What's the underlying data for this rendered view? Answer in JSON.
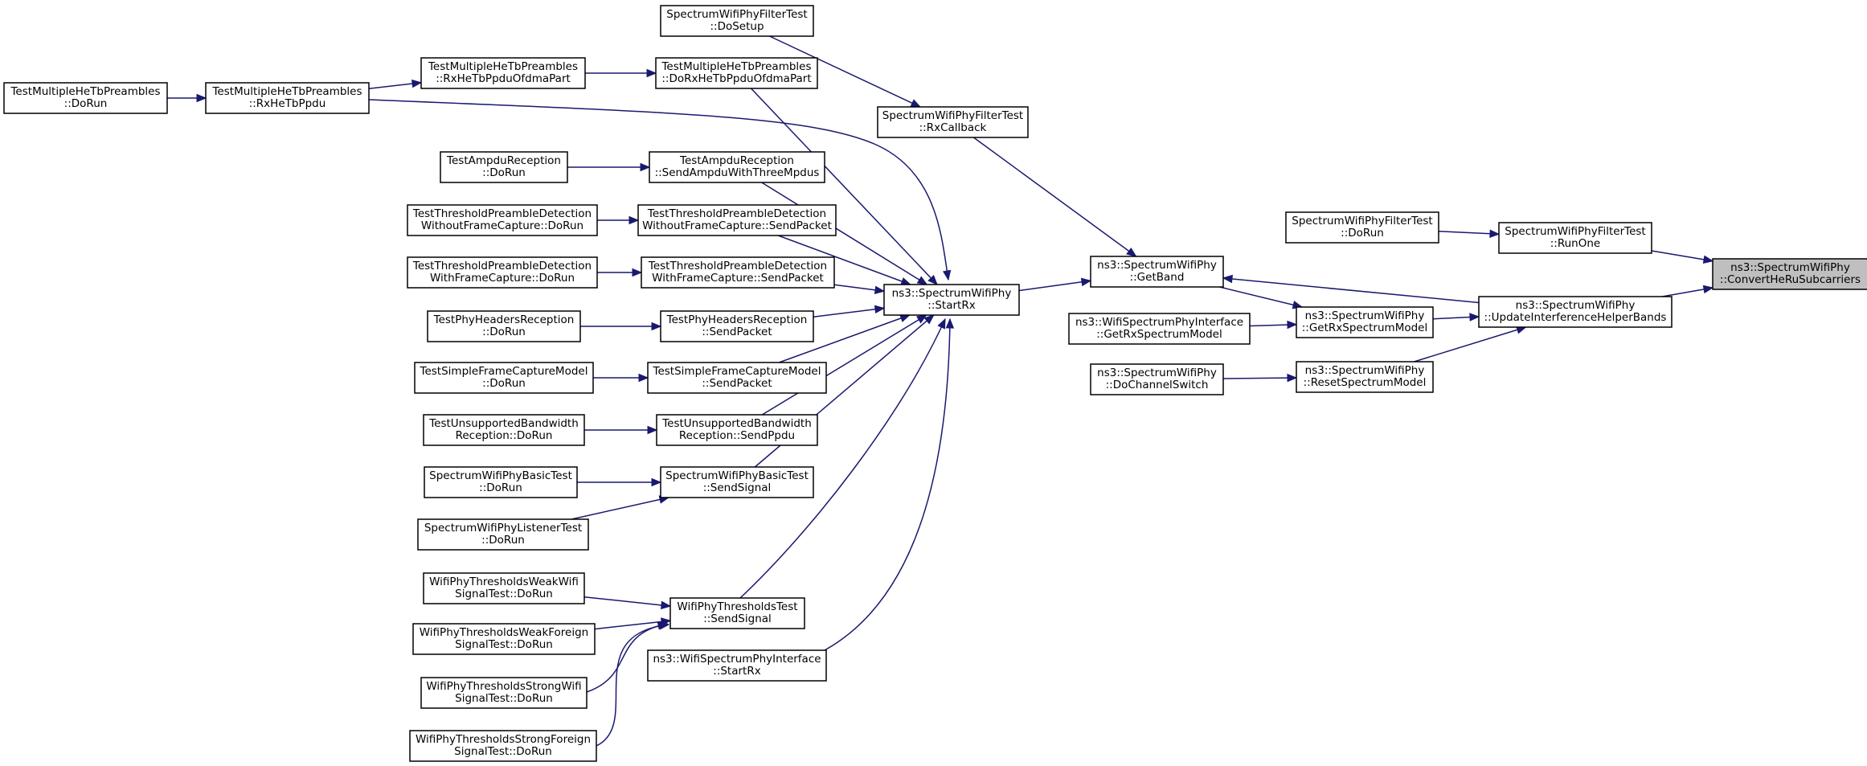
{
  "colors": {
    "edge": "#191970",
    "node_border": "#000000",
    "highlight_fill": "#bfbfbf",
    "background": "#ffffff"
  },
  "nodes": [
    {
      "id": "convert",
      "lines": [
        "ns3::SpectrumWifiPhy",
        "::ConvertHeRuSubcarriers"
      ],
      "highlight": true
    },
    {
      "id": "runone",
      "lines": [
        "SpectrumWifiPhyFilterTest",
        "::RunOne"
      ]
    },
    {
      "id": "filterdorun",
      "lines": [
        "SpectrumWifiPhyFilterTest",
        "::DoRun"
      ]
    },
    {
      "id": "updateinterf",
      "lines": [
        "ns3::SpectrumWifiPhy",
        "::UpdateInterferenceHelperBands"
      ]
    },
    {
      "id": "getband",
      "lines": [
        "ns3::SpectrumWifiPhy",
        "::GetBand"
      ]
    },
    {
      "id": "getrxspec",
      "lines": [
        "ns3::SpectrumWifiPhy",
        "::GetRxSpectrumModel"
      ]
    },
    {
      "id": "resetspec",
      "lines": [
        "ns3::SpectrumWifiPhy",
        "::ResetSpectrumModel"
      ]
    },
    {
      "id": "ifgetrxspec",
      "lines": [
        "ns3::WifiSpectrumPhyInterface",
        "::GetRxSpectrumModel"
      ]
    },
    {
      "id": "dochanswitch",
      "lines": [
        "ns3::SpectrumWifiPhy",
        "::DoChannelSwitch"
      ]
    },
    {
      "id": "startrx",
      "lines": [
        "ns3::SpectrumWifiPhy",
        "::StartRx"
      ]
    },
    {
      "id": "rxcallback",
      "lines": [
        "SpectrumWifiPhyFilterTest",
        "::RxCallback"
      ]
    },
    {
      "id": "dosetup",
      "lines": [
        "SpectrumWifiPhyFilterTest",
        "::DoSetup"
      ]
    },
    {
      "id": "dorxhetbofdma",
      "lines": [
        "TestMultipleHeTbPreambles",
        "::DoRxHeTbPpduOfdmaPart"
      ]
    },
    {
      "id": "rxhetbofdma",
      "lines": [
        "TestMultipleHeTbPreambles",
        "::RxHeTbPpduOfdmaPart"
      ]
    },
    {
      "id": "rxhetbppdu",
      "lines": [
        "TestMultipleHeTbPreambles",
        "::RxHeTbPpdu"
      ]
    },
    {
      "id": "mhetbdorun",
      "lines": [
        "TestMultipleHeTbPreambles",
        "::DoRun"
      ]
    },
    {
      "id": "ampdusend",
      "lines": [
        "TestAmpduReception",
        "::SendAmpduWithThreeMpdus"
      ]
    },
    {
      "id": "ampdudorun",
      "lines": [
        "TestAmpduReception",
        "::DoRun"
      ]
    },
    {
      "id": "woutfcsend",
      "lines": [
        "TestThresholdPreambleDetection",
        "WithoutFrameCapture::SendPacket"
      ]
    },
    {
      "id": "woutfcdorun",
      "lines": [
        "TestThresholdPreambleDetection",
        "WithoutFrameCapture::DoRun"
      ]
    },
    {
      "id": "wfcsend",
      "lines": [
        "TestThresholdPreambleDetection",
        "WithFrameCapture::SendPacket"
      ]
    },
    {
      "id": "wfcdorun",
      "lines": [
        "TestThresholdPreambleDetection",
        "WithFrameCapture::DoRun"
      ]
    },
    {
      "id": "headerssend",
      "lines": [
        "TestPhyHeadersReception",
        "::SendPacket"
      ]
    },
    {
      "id": "headersdorun",
      "lines": [
        "TestPhyHeadersReception",
        "::DoRun"
      ]
    },
    {
      "id": "simplesend",
      "lines": [
        "TestSimpleFrameCaptureModel",
        "::SendPacket"
      ]
    },
    {
      "id": "simpledorun",
      "lines": [
        "TestSimpleFrameCaptureModel",
        "::DoRun"
      ]
    },
    {
      "id": "unsupsend",
      "lines": [
        "TestUnsupportedBandwidth",
        "Reception::SendPpdu"
      ]
    },
    {
      "id": "unsupdorun",
      "lines": [
        "TestUnsupportedBandwidth",
        "Reception::DoRun"
      ]
    },
    {
      "id": "basicsend",
      "lines": [
        "SpectrumWifiPhyBasicTest",
        "::SendSignal"
      ]
    },
    {
      "id": "basicdorun",
      "lines": [
        "SpectrumWifiPhyBasicTest",
        "::DoRun"
      ]
    },
    {
      "id": "listenerdorun",
      "lines": [
        "SpectrumWifiPhyListenerTest",
        "::DoRun"
      ]
    },
    {
      "id": "threshsend",
      "lines": [
        "WifiPhyThresholdsTest",
        "::SendSignal"
      ]
    },
    {
      "id": "weakwifi",
      "lines": [
        "WifiPhyThresholdsWeakWifi",
        "SignalTest::DoRun"
      ]
    },
    {
      "id": "weakforeign",
      "lines": [
        "WifiPhyThresholdsWeakForeign",
        "SignalTest::DoRun"
      ]
    },
    {
      "id": "strongwifi",
      "lines": [
        "WifiPhyThresholdsStrongWifi",
        "SignalTest::DoRun"
      ]
    },
    {
      "id": "strongforeign",
      "lines": [
        "WifiPhyThresholdsStrongForeign",
        "SignalTest::DoRun"
      ]
    },
    {
      "id": "ifstartrx",
      "lines": [
        "ns3::WifiSpectrumPhyInterface",
        "::StartRx"
      ]
    }
  ],
  "edges": [
    {
      "from": "runone",
      "to": "convert"
    },
    {
      "from": "updateinterf",
      "to": "convert"
    },
    {
      "from": "filterdorun",
      "to": "runone"
    },
    {
      "from": "updateinterf",
      "to": "getband"
    },
    {
      "from": "getrxspec",
      "to": "updateinterf"
    },
    {
      "from": "resetspec",
      "to": "updateinterf"
    },
    {
      "from": "getband",
      "to": "getrxspec"
    },
    {
      "from": "ifgetrxspec",
      "to": "getrxspec"
    },
    {
      "from": "dochanswitch",
      "to": "resetspec"
    },
    {
      "from": "startrx",
      "to": "getband"
    },
    {
      "from": "rxcallback",
      "to": "getband"
    },
    {
      "from": "dosetup",
      "to": "rxcallback"
    },
    {
      "from": "dorxhetbofdma",
      "to": "startrx"
    },
    {
      "from": "rxhetbppdu",
      "to": "startrx"
    },
    {
      "from": "ampdusend",
      "to": "startrx"
    },
    {
      "from": "woutfcsend",
      "to": "startrx"
    },
    {
      "from": "wfcsend",
      "to": "startrx"
    },
    {
      "from": "headerssend",
      "to": "startrx"
    },
    {
      "from": "simplesend",
      "to": "startrx"
    },
    {
      "from": "unsupsend",
      "to": "startrx"
    },
    {
      "from": "basicsend",
      "to": "startrx"
    },
    {
      "from": "threshsend",
      "to": "startrx"
    },
    {
      "from": "ifstartrx",
      "to": "startrx"
    },
    {
      "from": "rxhetbofdma",
      "to": "dorxhetbofdma"
    },
    {
      "from": "rxhetbppdu",
      "to": "rxhetbofdma"
    },
    {
      "from": "mhetbdorun",
      "to": "rxhetbppdu"
    },
    {
      "from": "ampdudorun",
      "to": "ampdusend"
    },
    {
      "from": "woutfcdorun",
      "to": "woutfcsend"
    },
    {
      "from": "wfcdorun",
      "to": "wfcsend"
    },
    {
      "from": "headersdorun",
      "to": "headerssend"
    },
    {
      "from": "simpledorun",
      "to": "simplesend"
    },
    {
      "from": "unsupdorun",
      "to": "unsupsend"
    },
    {
      "from": "basicdorun",
      "to": "basicsend"
    },
    {
      "from": "listenerdorun",
      "to": "basicsend"
    },
    {
      "from": "weakwifi",
      "to": "threshsend"
    },
    {
      "from": "weakforeign",
      "to": "threshsend"
    },
    {
      "from": "strongwifi",
      "to": "threshsend"
    },
    {
      "from": "strongforeign",
      "to": "threshsend"
    }
  ]
}
